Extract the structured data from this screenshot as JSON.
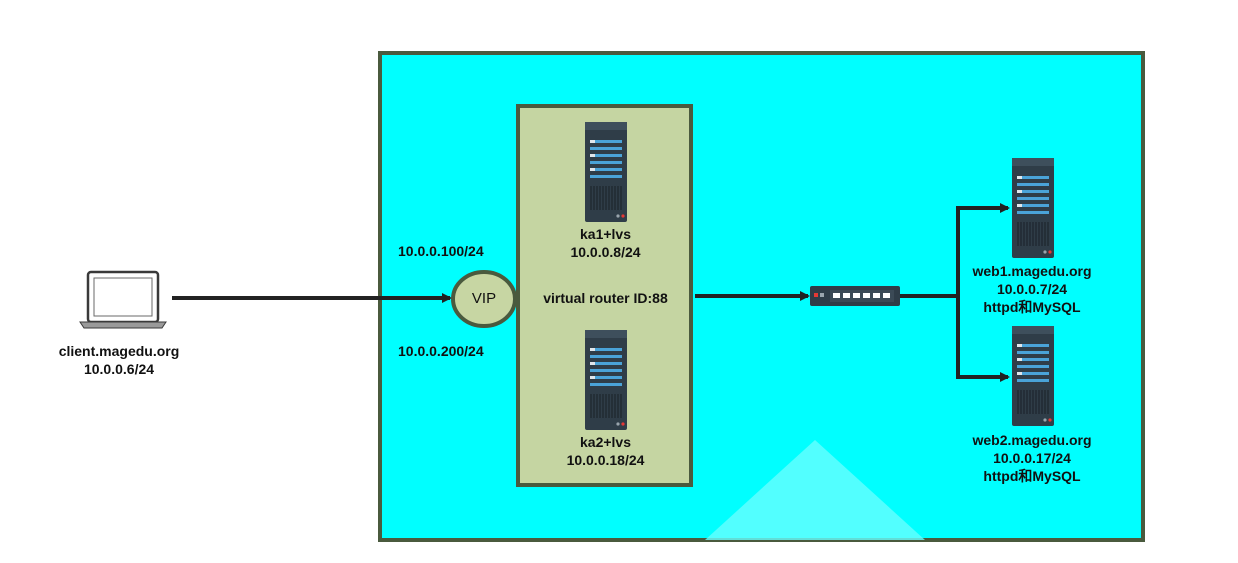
{
  "client": {
    "icon": "laptop-icon",
    "hostname": "client.magedu.org",
    "ip": "10.0.0.6/24"
  },
  "vip": {
    "label": "VIP",
    "ip_top": "10.0.0.100/24",
    "ip_bottom": "10.0.0.200/24"
  },
  "cluster": {
    "router_label": "virtual router ID:88",
    "nodes": [
      {
        "icon": "server-icon",
        "name": "ka1+lvs",
        "ip": "10.0.0.8/24"
      },
      {
        "icon": "server-icon",
        "name": "ka2+lvs",
        "ip": "10.0.0.18/24"
      }
    ]
  },
  "switch": {
    "icon": "network-switch-icon"
  },
  "web_servers": [
    {
      "icon": "server-icon",
      "hostname": "web1.magedu.org",
      "ip": "10.0.0.7/24",
      "service": "httpd和MySQL"
    },
    {
      "icon": "server-icon",
      "hostname": "web2.magedu.org",
      "ip": "10.0.0.17/24",
      "service": "httpd和MySQL"
    }
  ],
  "colors": {
    "network_bg": "#00ffff",
    "border": "#4a5a3e",
    "cluster_bg": "#c5d5a2",
    "vip_fill": "#c7d6a3",
    "server_body": "#2e3b46",
    "server_accent": "#3d8fc4",
    "line": "#222222"
  }
}
